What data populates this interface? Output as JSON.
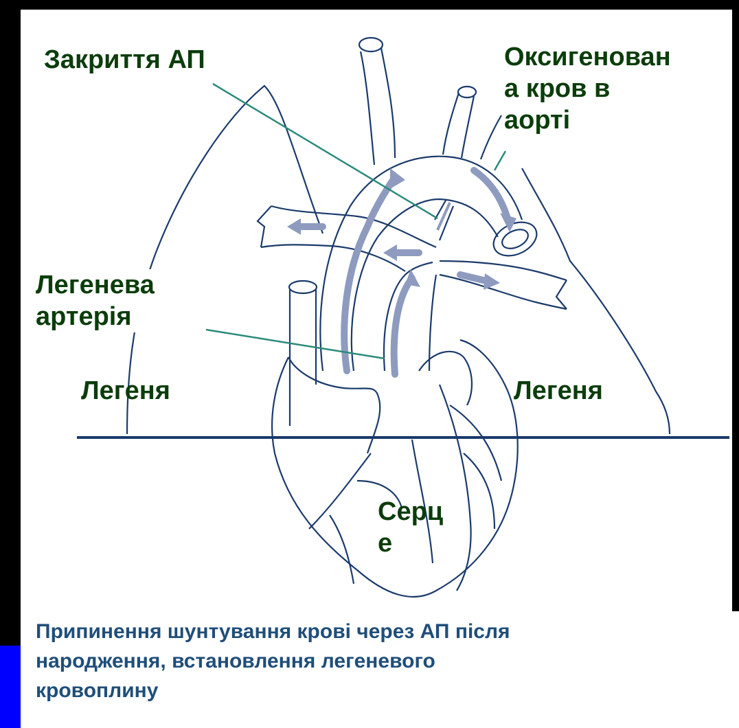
{
  "labels": {
    "duct_closure": "Закриття АП",
    "oxygenated": [
      "Оксигенован",
      "а кров в",
      "аорті"
    ],
    "pulmonary_artery": [
      "Легенева",
      "артерія"
    ],
    "lung_left": "Легеня",
    "lung_right": "Легеня",
    "heart": [
      "Серц",
      "е"
    ]
  },
  "caption": [
    "Припинення шунтування крові через АП після",
    "народження, встановлення легеневого",
    "кровоплину"
  ],
  "colors": {
    "background": "#0000ff",
    "frame": "#000000",
    "panel": "#ffffff",
    "outline": "#1a3a6b",
    "arrow": "#8e9bbf",
    "leader": "#2a8a7a",
    "label_text": "#0b3d0b",
    "caption_text": "#1f4e79"
  }
}
